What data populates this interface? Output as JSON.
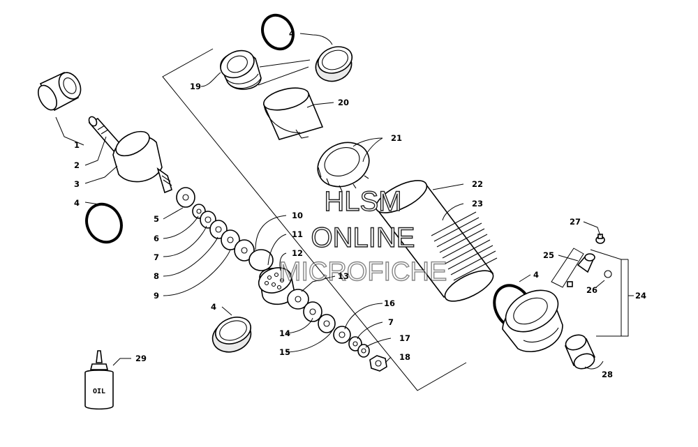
{
  "diagram": {
    "callouts": [
      {
        "id": "c1",
        "label": "1"
      },
      {
        "id": "c2",
        "label": "2"
      },
      {
        "id": "c3",
        "label": "3"
      },
      {
        "id": "c4a",
        "label": "4"
      },
      {
        "id": "c4b",
        "label": "4"
      },
      {
        "id": "c4c",
        "label": "4"
      },
      {
        "id": "c4d",
        "label": "4"
      },
      {
        "id": "c5",
        "label": "5"
      },
      {
        "id": "c6",
        "label": "6"
      },
      {
        "id": "c7a",
        "label": "7"
      },
      {
        "id": "c7b",
        "label": "7"
      },
      {
        "id": "c8",
        "label": "8"
      },
      {
        "id": "c9",
        "label": "9"
      },
      {
        "id": "c10",
        "label": "10"
      },
      {
        "id": "c11",
        "label": "11"
      },
      {
        "id": "c12",
        "label": "12"
      },
      {
        "id": "c13",
        "label": "13"
      },
      {
        "id": "c14",
        "label": "14"
      },
      {
        "id": "c15",
        "label": "15"
      },
      {
        "id": "c16",
        "label": "16"
      },
      {
        "id": "c17",
        "label": "17"
      },
      {
        "id": "c18",
        "label": "18"
      },
      {
        "id": "c19",
        "label": "19"
      },
      {
        "id": "c20",
        "label": "20"
      },
      {
        "id": "c21",
        "label": "21"
      },
      {
        "id": "c22",
        "label": "22"
      },
      {
        "id": "c23",
        "label": "23"
      },
      {
        "id": "c24",
        "label": "24"
      },
      {
        "id": "c25",
        "label": "25"
      },
      {
        "id": "c26",
        "label": "26"
      },
      {
        "id": "c27",
        "label": "27"
      },
      {
        "id": "c28",
        "label": "28"
      },
      {
        "id": "c29",
        "label": "29"
      }
    ],
    "oil_bottle_label": "OIL",
    "watermark": {
      "line1": "HLSM",
      "line2": "ONLINE",
      "line3": "MICROFICHE"
    }
  }
}
